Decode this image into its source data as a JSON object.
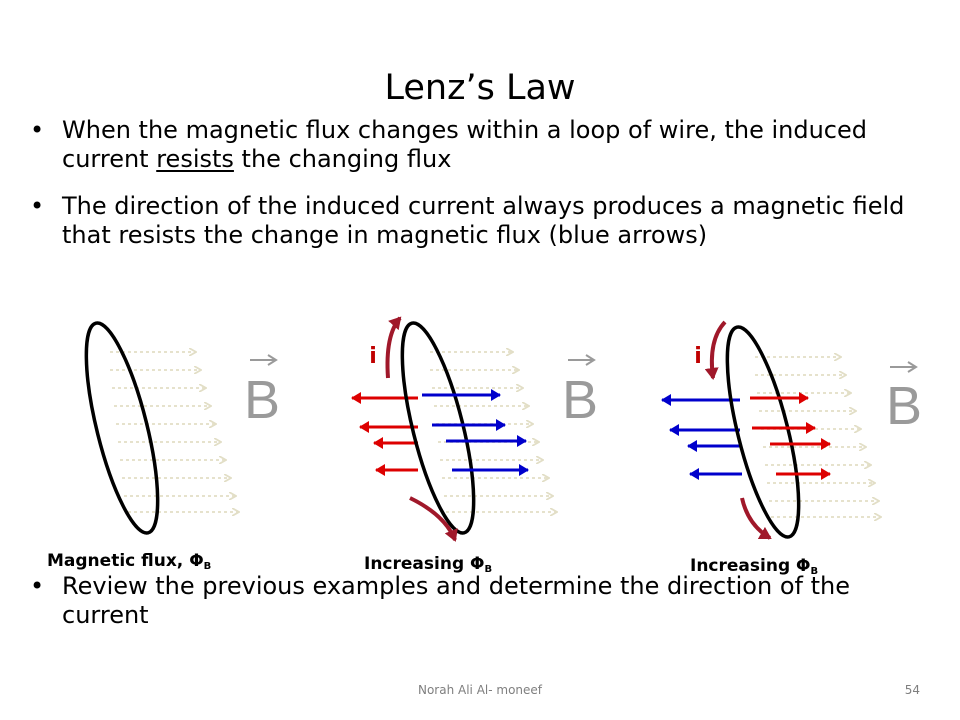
{
  "slide": {
    "title": "Lenz’s Law",
    "bullets": [
      {
        "text_before": "When the magnetic flux changes within a loop of wire, the induced current ",
        "underlined": "resists",
        "text_after": " the changing flux"
      },
      {
        "text": "The direction of the induced current always produces a magnetic field that resists the change in magnetic flux (blue arrows)"
      },
      {
        "text": "Review the previous examples and determine the direction of the current"
      }
    ],
    "bullet_symbol": "•",
    "footer": "Norah  Ali Al- moneef",
    "page_number": "54"
  },
  "figure": {
    "field_label": "B",
    "current_label": "i",
    "captions": [
      {
        "text": "Magnetic flux, ",
        "symbol": "Φ",
        "sub": "B"
      },
      {
        "text": "Increasing ",
        "symbol": "Φ",
        "sub": "B"
      },
      {
        "text": "Increasing ",
        "symbol": "Φ",
        "sub": "B"
      }
    ],
    "colors": {
      "induced_field": "#0000cc",
      "applied_field": "#dd0000",
      "current_arrow": "#a0182a",
      "field_lines": "#e6e2cc",
      "field_label": "#9a9a9a"
    }
  }
}
